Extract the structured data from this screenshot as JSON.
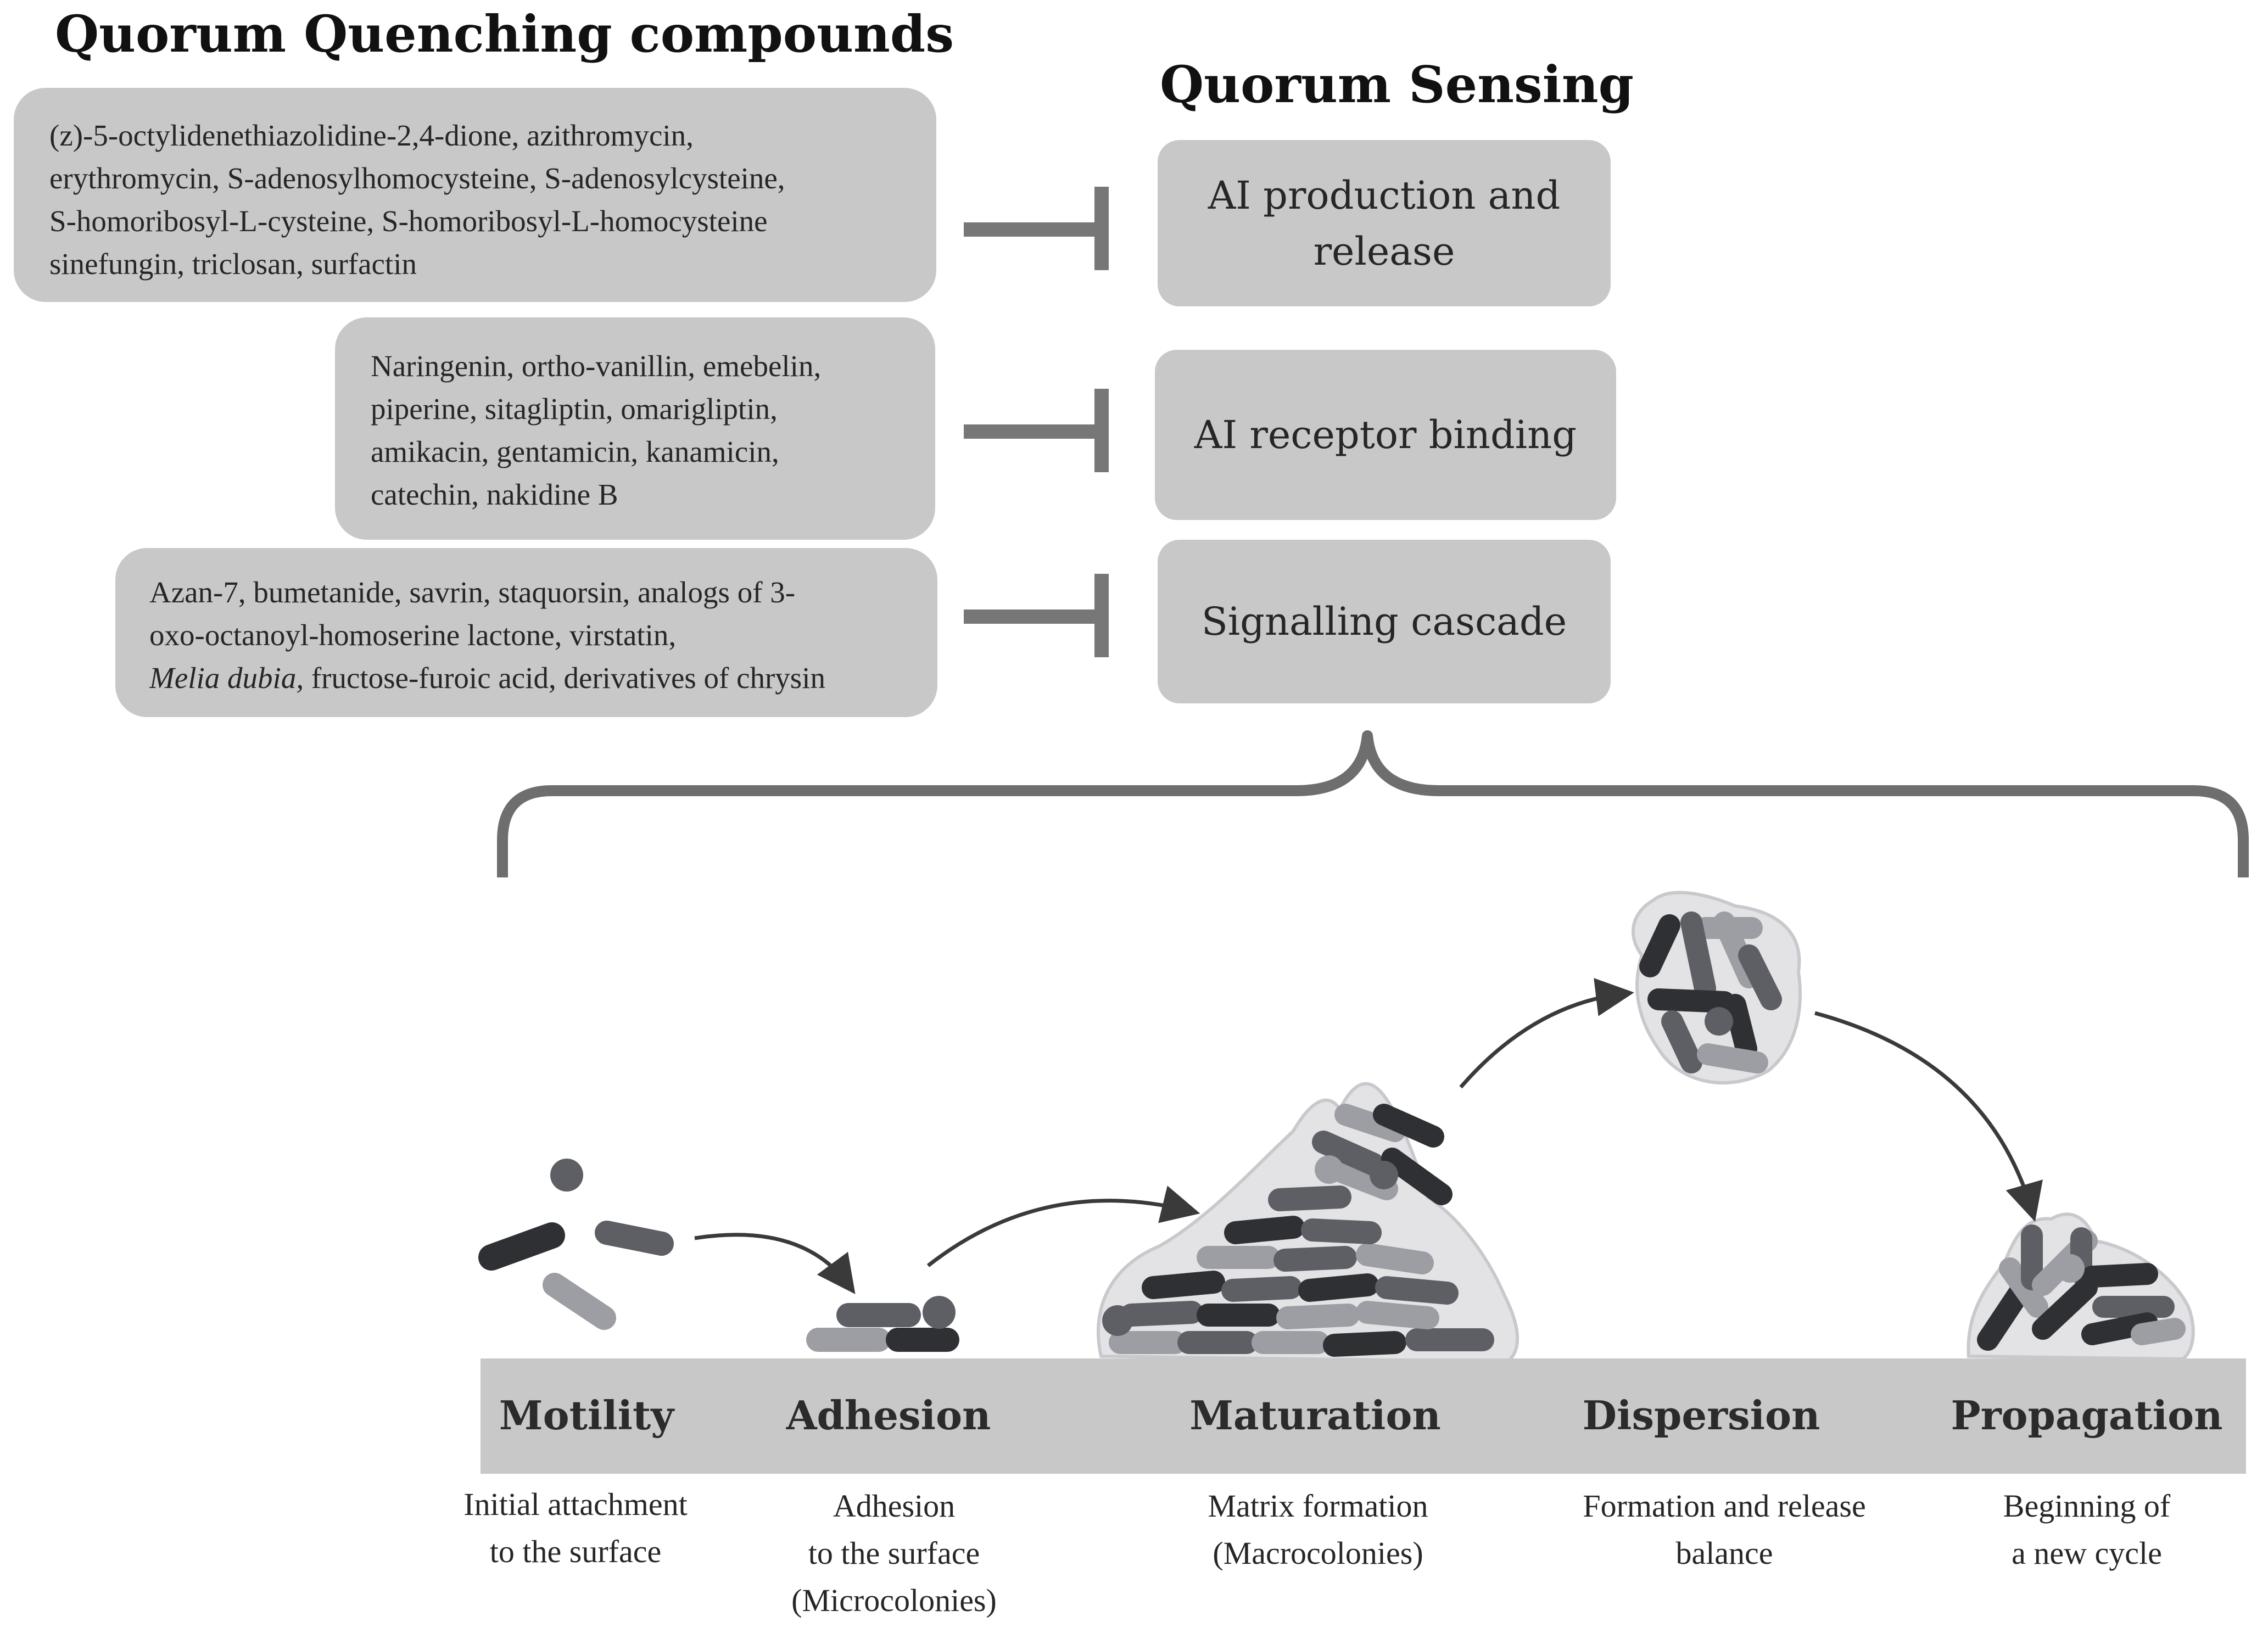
{
  "headings": {
    "quorum_quenching": "Quorum Quenching compounds",
    "quorum_sensing": "Quorum Sensing"
  },
  "inhibitor_groups": [
    {
      "lines": [
        "(z)-5-octylidenethiazolidine-2,4-dione,  azithromycin,",
        "erythromycin, S-adenosylhomocysteine, S-adenosylcysteine,",
        "S-homoribosyl-L-cysteine, S-homoribosyl-L-homocysteine",
        "sinefungin, triclosan, surfactin"
      ]
    },
    {
      "lines": [
        "Naringenin, ortho-vanillin, emebelin,",
        "piperine, sitagliptin, omarigliptin,",
        "amikacin, gentamicin, kanamicin,",
        "catechin, nakidine B"
      ]
    },
    {
      "lines": [
        "Azan-7, bumetanide, savrin, staquorsin, analogs of 3-",
        "oxo-octanoyl-homoserine lactone, virstatin, ",
        "fructose-furoic acid, derivatives of chrysin"
      ],
      "italic": "Melia dubia,"
    }
  ],
  "qs_steps": [
    {
      "lines": [
        "AI production and",
        "release"
      ]
    },
    {
      "lines": [
        "AI receptor binding"
      ]
    },
    {
      "lines": [
        "Signalling cascade"
      ]
    }
  ],
  "stages": [
    {
      "label": "Motility",
      "desc": [
        "Initial attachment",
        "to the surface"
      ]
    },
    {
      "label": "Adhesion",
      "desc": [
        "Adhesion",
        "to the surface",
        "(Microcolonies)"
      ]
    },
    {
      "label": "Maturation",
      "desc": [
        "Matrix formation",
        "(Macrocolonies)"
      ]
    },
    {
      "label": "Dispersion",
      "desc": [
        "Formation and release",
        "balance"
      ]
    },
    {
      "label": "Propagation",
      "desc": [
        "Beginning of",
        "a new cycle"
      ]
    }
  ],
  "colors": {
    "box_fill": "#c8c8c8",
    "inhibitor_bar": "#777777",
    "bacteria_dark": "#2f3033",
    "bacteria_mid": "#5d5f64",
    "bacteria_light": "#9c9ea4",
    "matrix": "#e3e3e6"
  }
}
